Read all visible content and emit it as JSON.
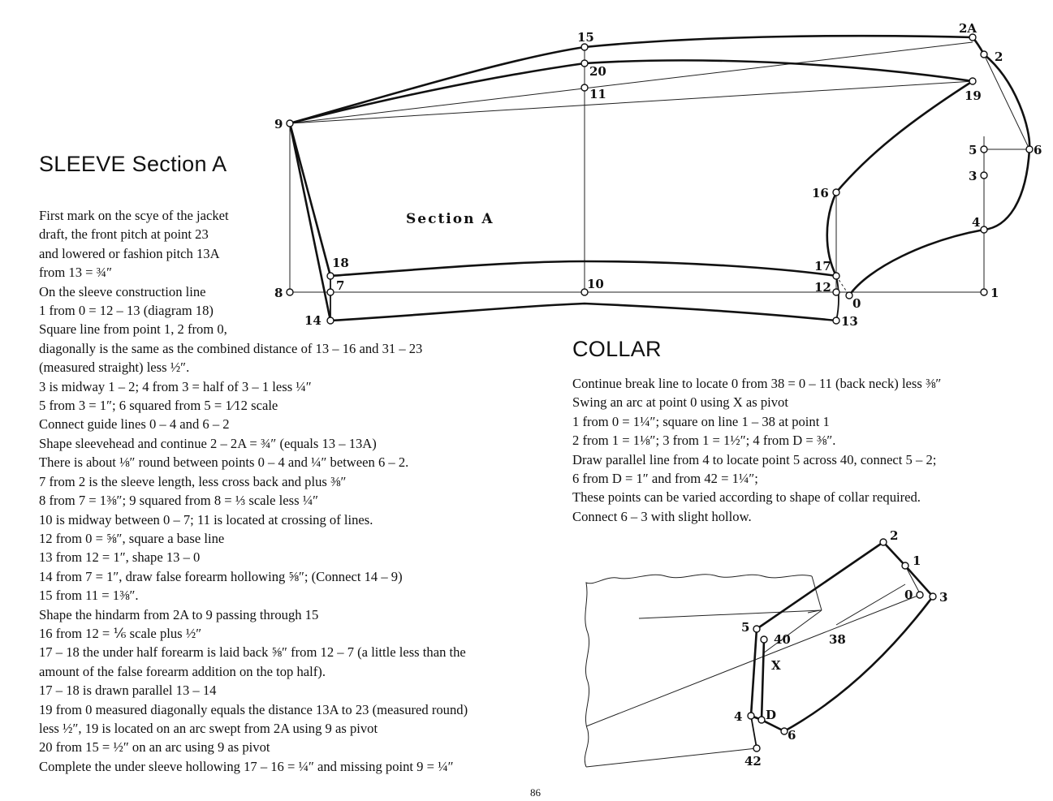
{
  "sleeve": {
    "title": "SLEEVE Section A",
    "lines": [
      "First mark on the scye of the jacket",
      "draft, the front pitch at point 23",
      "and lowered or fashion pitch 13A",
      "from 13 = ¾″",
      "On the sleeve construction line",
      "1 from 0 = 12 – 13 (diagram 18)",
      "Square line from point 1, 2 from 0,",
      "diagonally is the same as the combined distance of 13 – 16 and 31 – 23",
      "(measured straight) less ½″.",
      "3 is midway 1 – 2; 4 from 3 = half of 3 – 1 less ¼″",
      "5 from 3 = 1″; 6 squared from 5 = 1⁄12 scale",
      "Connect guide lines 0 – 4 and 6 – 2",
      "Shape sleevehead and continue 2 – 2A = ¾″ (equals 13 – 13A)",
      "There is about ⅛″ round between points 0 – 4 and ¼″ between 6 – 2.",
      "7 from 2 is the sleeve length, less cross back and plus ⅜″",
      "8 from 7 = 1⅜″; 9 squared from 8 = ⅓ scale less ¼″",
      "10 is midway between 0 – 7; 11 is located at crossing of lines.",
      "12 from 0 = ⅝″, square a base line",
      "13 from 12 = 1″, shape 13 – 0",
      "14 from 7 = 1″, draw false forearm hollowing ⅝″; (Connect 14 – 9)",
      "15 from 11 = 1⅜″.",
      "Shape the hindarm from 2A to 9 passing through 15",
      "16 from 12 = ⅙ scale plus ½″",
      "17 – 18 the under half forearm is laid back ⅝″ from 12 – 7 (a little less than the",
      "amount of the false forearm addition on the top half).",
      "17 – 18 is drawn parallel 13 – 14",
      "19 from 0 measured diagonally equals the distance 13A to 23 (measured round)",
      "less ½″, 19 is located on an arc swept from 2A using 9 as pivot",
      "20 from 15 = ½″ on an arc using 9 as pivot",
      "Complete the under sleeve hollowing 17 – 16 = ¼″ and missing point 9 = ¼″"
    ]
  },
  "collar": {
    "title": "COLLAR",
    "lines": [
      "Continue break line to locate 0 from 38 = 0 – 11 (back neck) less ⅜″",
      "Swing an arc at point 0 using X as pivot",
      "1 from 0 = 1¼″; square on line 1 – 38 at point 1",
      "2 from 1 = 1⅛″; 3 from 1 = 1½″; 4 from D = ⅜″.",
      "Draw parallel line from 4 to locate point 5 across 40, connect 5 – 2;",
      "6 from D = 1″ and from 42 = 1¼″;",
      "These points can be varied according to shape of collar required.",
      "Connect 6 – 3 with slight hollow."
    ]
  },
  "sleeve_diagram": {
    "section_label": "Section A",
    "points": {
      "p2A": "2A",
      "p2": "2",
      "p15": "15",
      "p20": "20",
      "p11": "11",
      "p19": "19",
      "p9": "9",
      "p5": "5",
      "p6": "6",
      "p3": "3",
      "p16": "16",
      "p4": "4",
      "p18": "18",
      "p17": "17",
      "p8": "8",
      "p7": "7",
      "p10": "10",
      "p12": "12",
      "p1": "1",
      "p0": "0",
      "p14": "14",
      "p13": "13"
    }
  },
  "collar_diagram": {
    "points": {
      "c2": "2",
      "c1": "1",
      "c0": "0",
      "c3": "3",
      "c5": "5",
      "c40": "40",
      "c38": "38",
      "cX": "X",
      "c4": "4",
      "cD": "D",
      "c6": "6",
      "c42": "42"
    }
  },
  "page_number": "86"
}
